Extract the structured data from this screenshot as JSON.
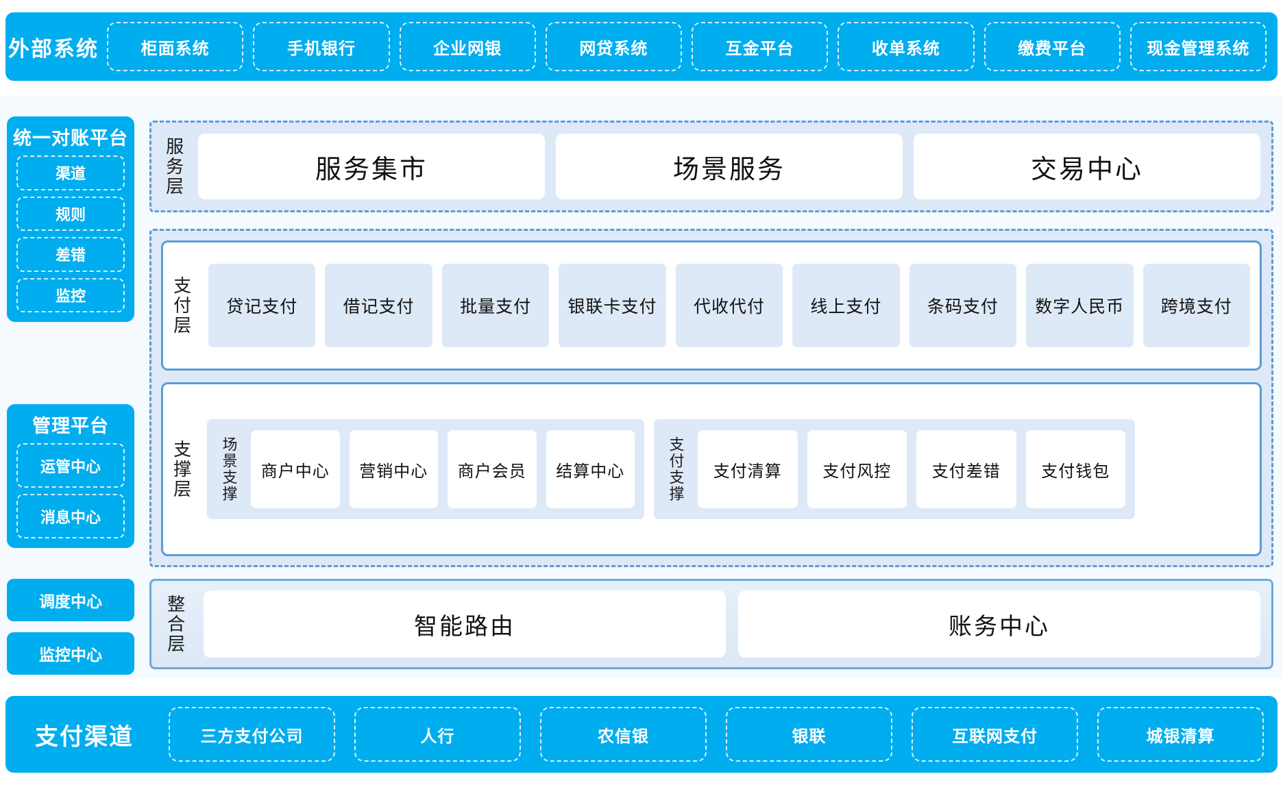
{
  "theme": {
    "cyan": "#00ADEE",
    "dashed_blue": "#5B9BD5",
    "light_fill": "#DEE9F7",
    "canvas": "#F4FAFE",
    "card_white": "#FFFFFF"
  },
  "external_systems": {
    "title": "外部系统",
    "items": [
      "柜面系统",
      "手机银行",
      "企业网银",
      "网贷系统",
      "互金平台",
      "收单系统",
      "缴费平台",
      "现金管理系统"
    ]
  },
  "sidebar": {
    "reconciliation_platform": {
      "title": "统一对账平台",
      "items": [
        "渠道",
        "规则",
        "差错",
        "监控"
      ]
    },
    "management_platform": {
      "title": "管理平台",
      "items": [
        "运管中心",
        "消息中心"
      ]
    },
    "standalone": [
      "调度中心",
      "监控中心"
    ]
  },
  "service_layer": {
    "label": "服务层",
    "cards": [
      "服务集市",
      "场景服务",
      "交易中心"
    ]
  },
  "payment_layer": {
    "label": "支付层",
    "items": [
      "贷记支付",
      "借记支付",
      "批量支付",
      "银联卡支付",
      "代收代付",
      "线上支付",
      "条码支付",
      "数字人民币",
      "跨境支付"
    ]
  },
  "support_layer": {
    "label": "支撑层",
    "groups": [
      {
        "label": "场景支撑",
        "items": [
          "商户中心",
          "营销中心",
          "商户会员",
          "结算中心"
        ]
      },
      {
        "label": "支付支撑",
        "items": [
          "支付清算",
          "支付风控",
          "支付差错",
          "支付钱包"
        ]
      }
    ]
  },
  "integration_layer": {
    "label": "整合层",
    "cards": [
      "智能路由",
      "账务中心"
    ]
  },
  "payment_channels": {
    "title": "支付渠道",
    "items": [
      "三方支付公司",
      "人行",
      "农信银",
      "银联",
      "互联网支付",
      "城银清算"
    ]
  }
}
